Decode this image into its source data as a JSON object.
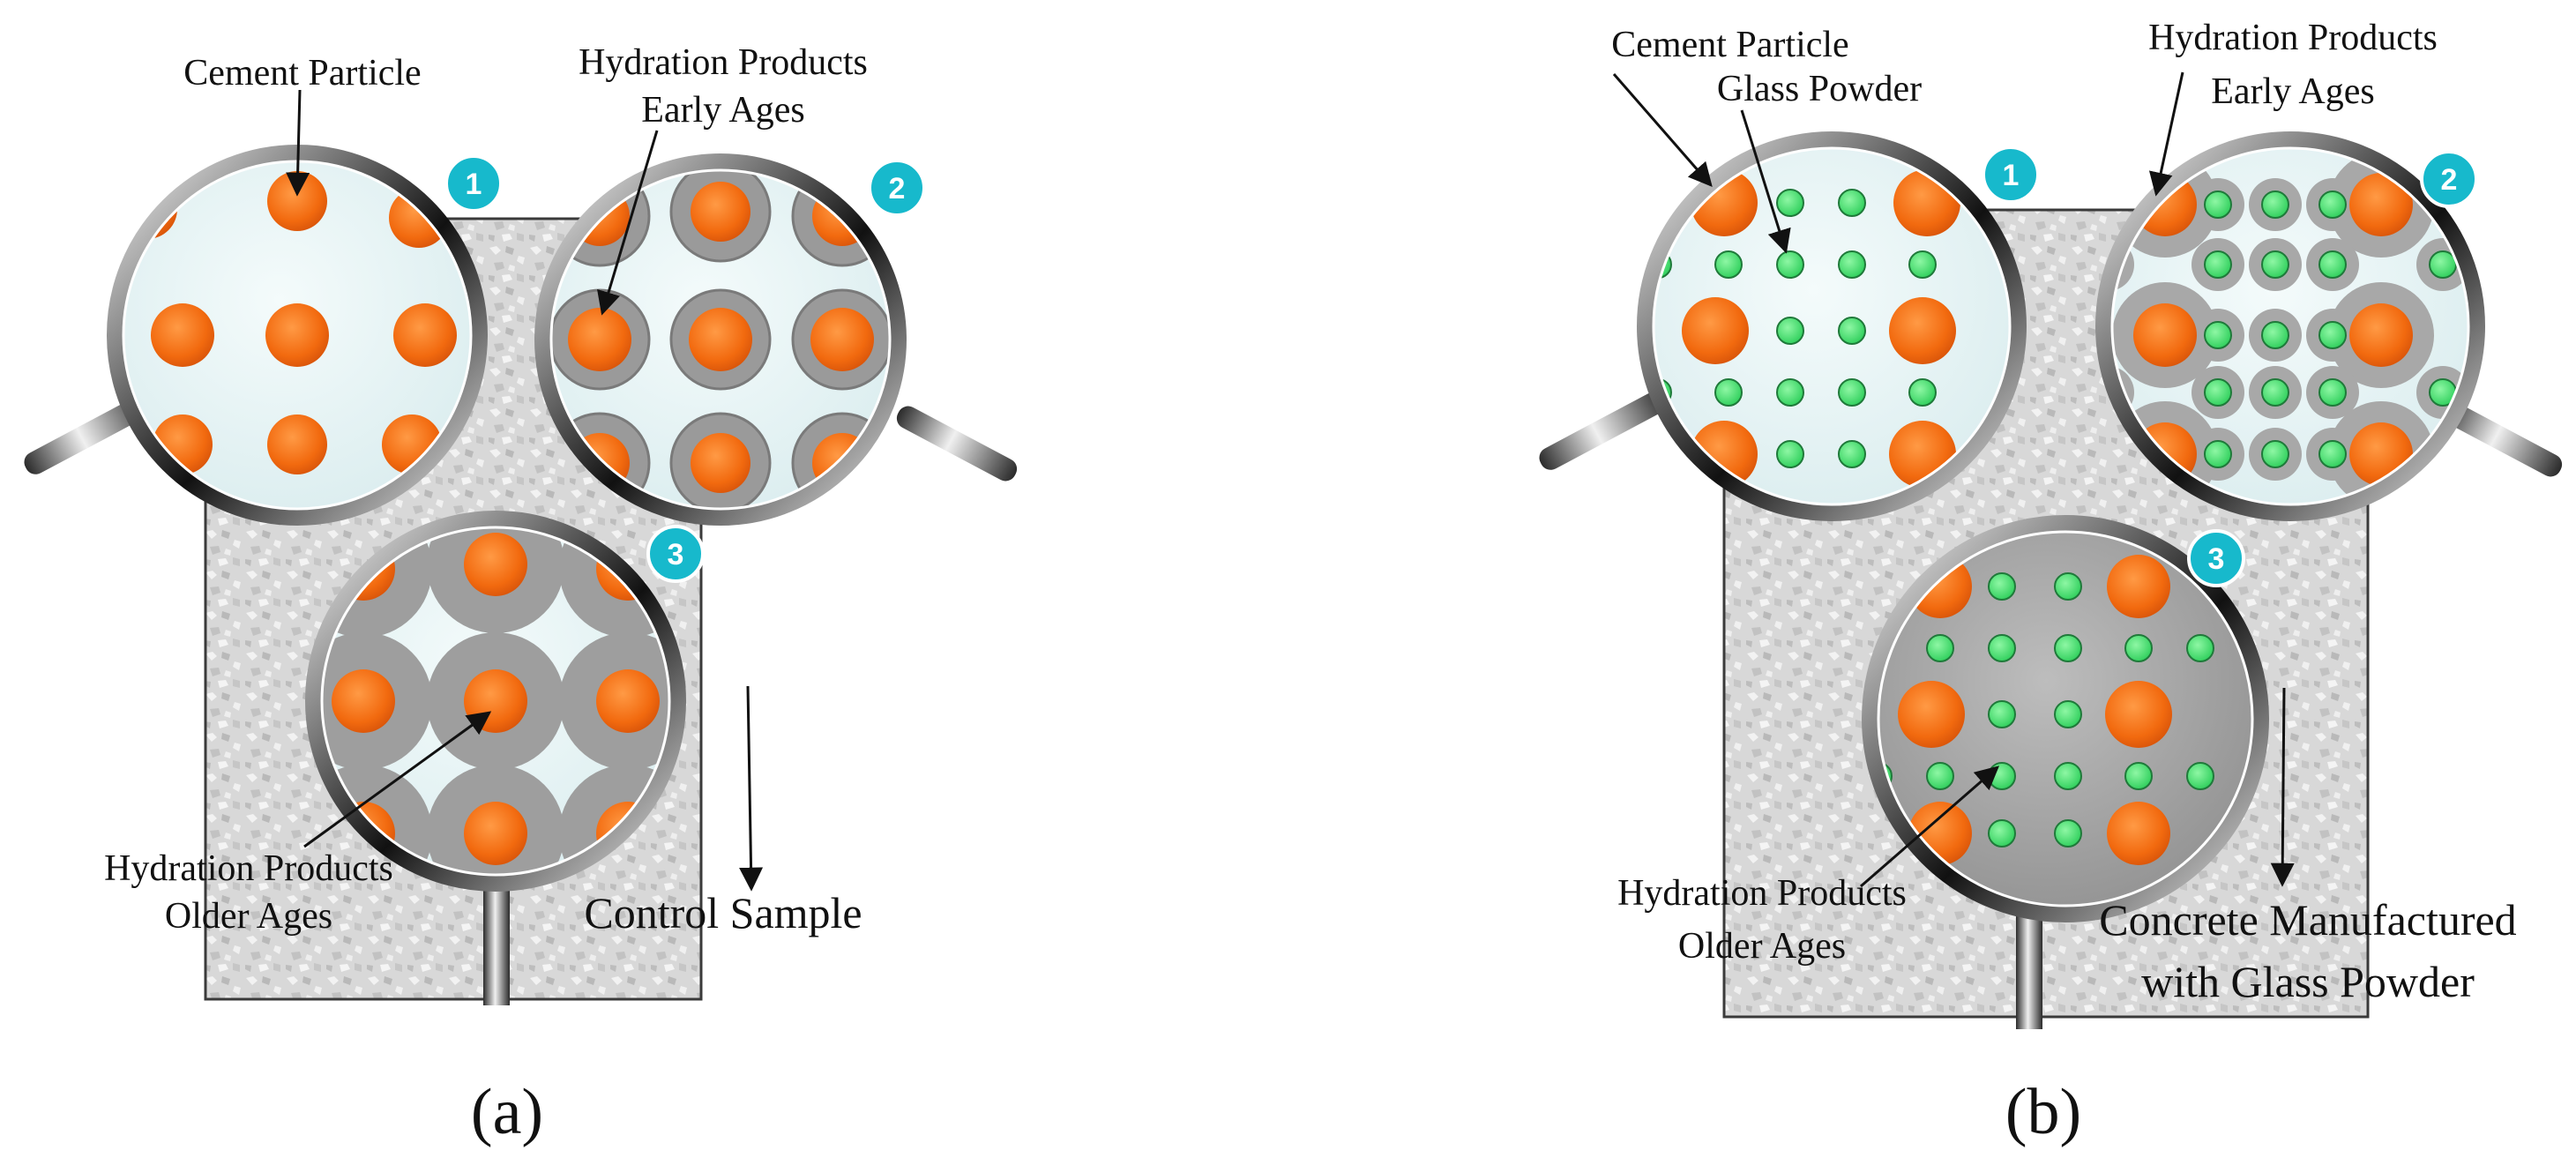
{
  "panels": [
    {
      "id": "a",
      "caption": "(a)",
      "sample_label": "Control Sample",
      "labels": {
        "cement_particle": "Cement Particle",
        "hydration_early_line1": "Hydration Products",
        "hydration_early_line2": "Early Ages",
        "hydration_older_line1": "Hydration Products",
        "hydration_older_line2": "Older Ages"
      },
      "badges": [
        "1",
        "2",
        "3"
      ]
    },
    {
      "id": "b",
      "caption": "(b)",
      "sample_label_line1": "Concrete Manufactured",
      "sample_label_line2": "with Glass Powder",
      "labels": {
        "cement_particle": "Cement Particle",
        "glass_powder": "Glass Powder",
        "hydration_early_line1": "Hydration Products",
        "hydration_early_line2": "Early Ages",
        "hydration_older_line1": "Hydration Products",
        "hydration_older_line2": "Older Ages"
      },
      "badges": [
        "1",
        "2",
        "3"
      ]
    }
  ],
  "colors": {
    "cement_particle": "#f26a0f",
    "glass_powder": "#3ee06a",
    "hydration_shell": "#9a9a9a",
    "lens_background": "#e6f3f4",
    "concrete": "#d9d9d9",
    "badge": "#17b9cc"
  }
}
